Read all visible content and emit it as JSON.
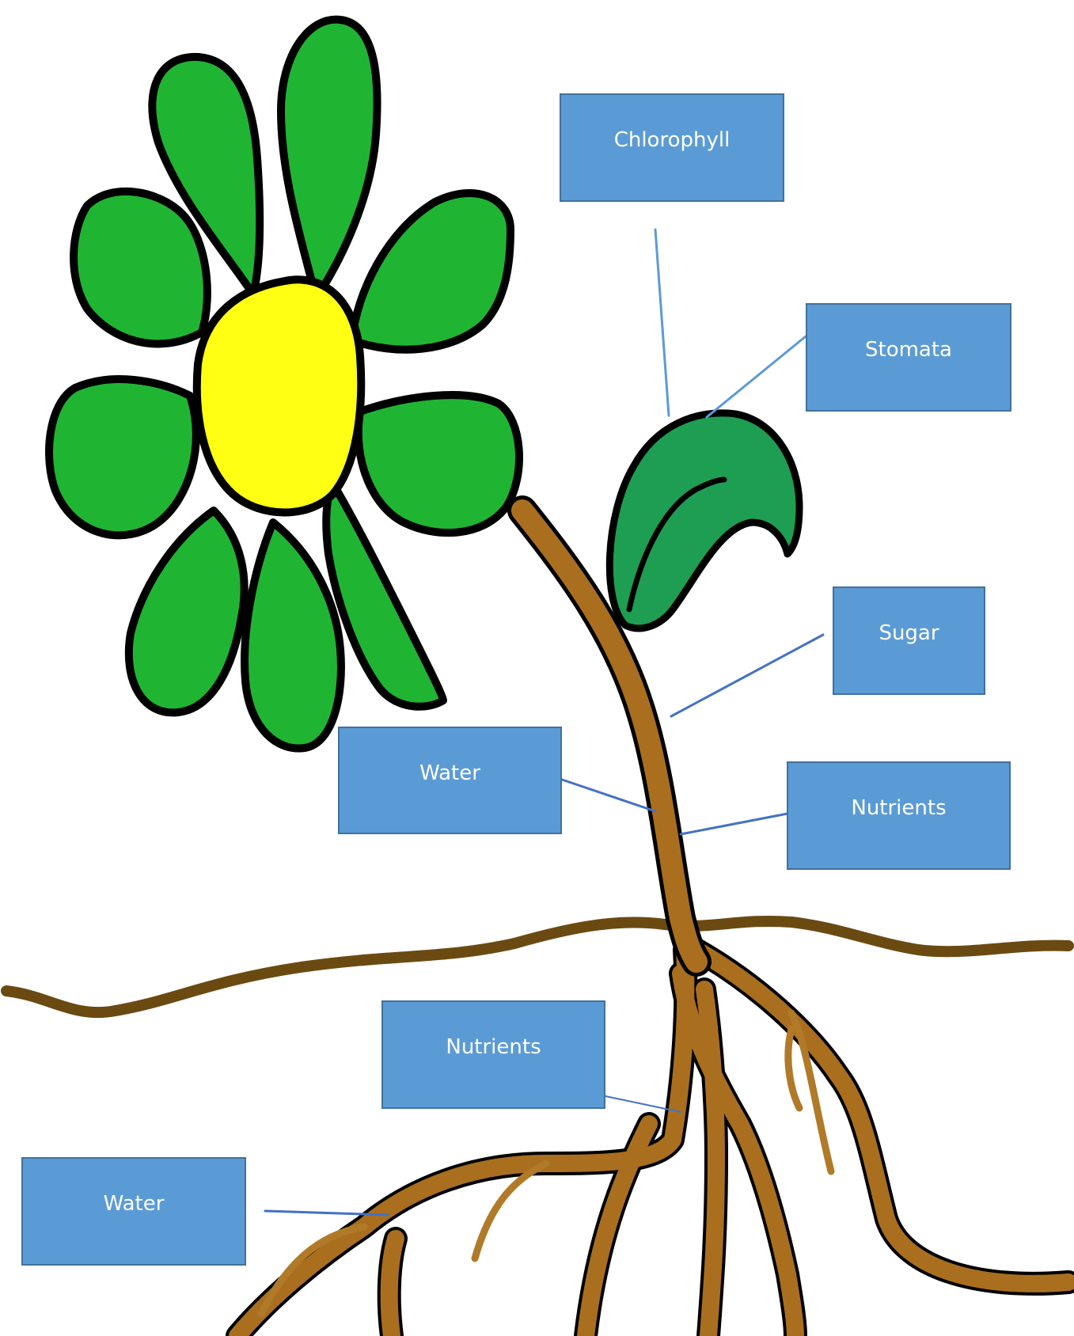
{
  "labels": {
    "chlorophyll": "Chlorophyll",
    "stomata": "Stomata",
    "sugar": "Sugar",
    "water_stem": "Water",
    "nutrients_stem": "Nutrients",
    "nutrients_root": "Nutrients",
    "water_root": "Water"
  },
  "colors": {
    "petal": "#1fb533",
    "petal_outline": "#000000",
    "center": "#ffff14",
    "leaf": "#1e9e52",
    "stem": "#a96f1f",
    "ground": "#6b4a12",
    "label_fill": "#5b9bd5",
    "label_border": "#41719c",
    "pointer_line": "#4472c4"
  },
  "icons": [
    "flower-head",
    "leaf",
    "stem",
    "roots",
    "soil-line"
  ]
}
